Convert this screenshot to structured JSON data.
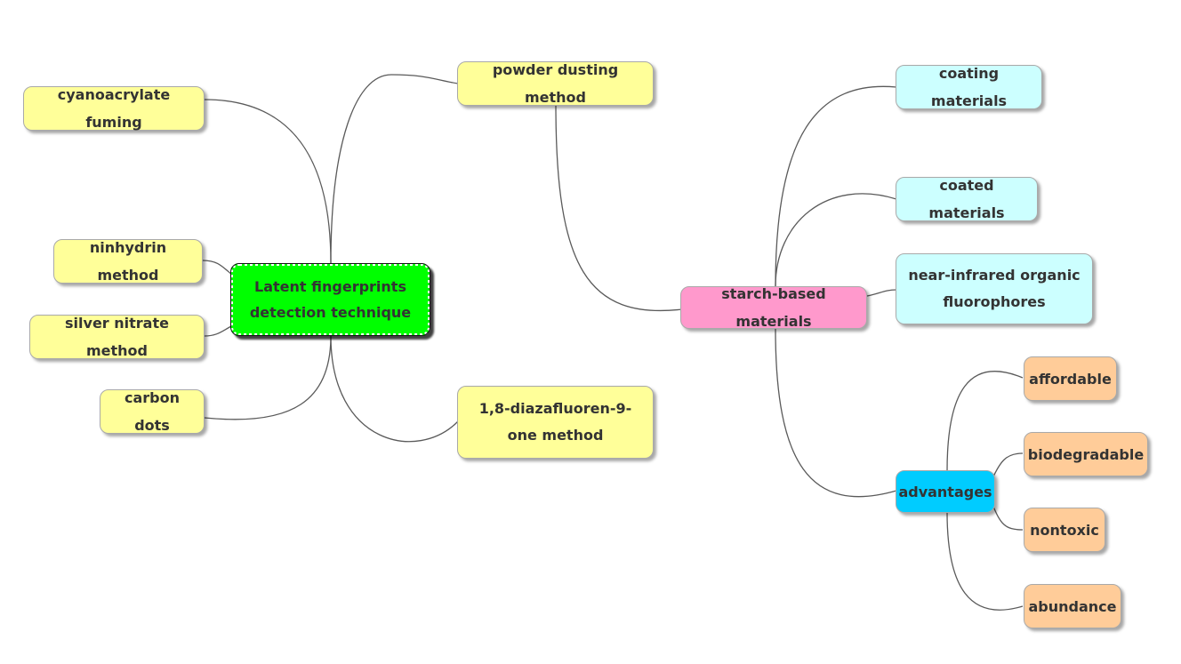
{
  "root": {
    "label": "Latent fingerprints detection technique",
    "color": "#00ff00"
  },
  "methods": [
    {
      "id": "cyanoacrylate",
      "label": "cyanoacrylate fuming"
    },
    {
      "id": "ninhydrin",
      "label": "ninhydrin method"
    },
    {
      "id": "silver",
      "label": "silver nitrate method"
    },
    {
      "id": "carbon",
      "label": "carbon dots"
    },
    {
      "id": "powder",
      "label": "powder dusting method"
    },
    {
      "id": "dfo",
      "label": "1,8-diazafluoren-9-one method"
    }
  ],
  "starch": {
    "label": "starch-based materials",
    "color": "#ff99cc",
    "children": [
      {
        "id": "coating",
        "label": "coating materials"
      },
      {
        "id": "coated",
        "label": "coated materials"
      },
      {
        "id": "nir",
        "label": "near-infrared organic fluorophores"
      }
    ]
  },
  "advantages": {
    "label": "advantages",
    "color": "#00ccff",
    "children": [
      {
        "id": "affordable",
        "label": "affordable"
      },
      {
        "id": "biodegradable",
        "label": "biodegradable"
      },
      {
        "id": "nontoxic",
        "label": "nontoxic"
      },
      {
        "id": "abundance",
        "label": "abundance"
      }
    ]
  },
  "colors": {
    "method": "#ffff99",
    "material": "#ccffff",
    "advantage_item": "#ffcc99"
  }
}
